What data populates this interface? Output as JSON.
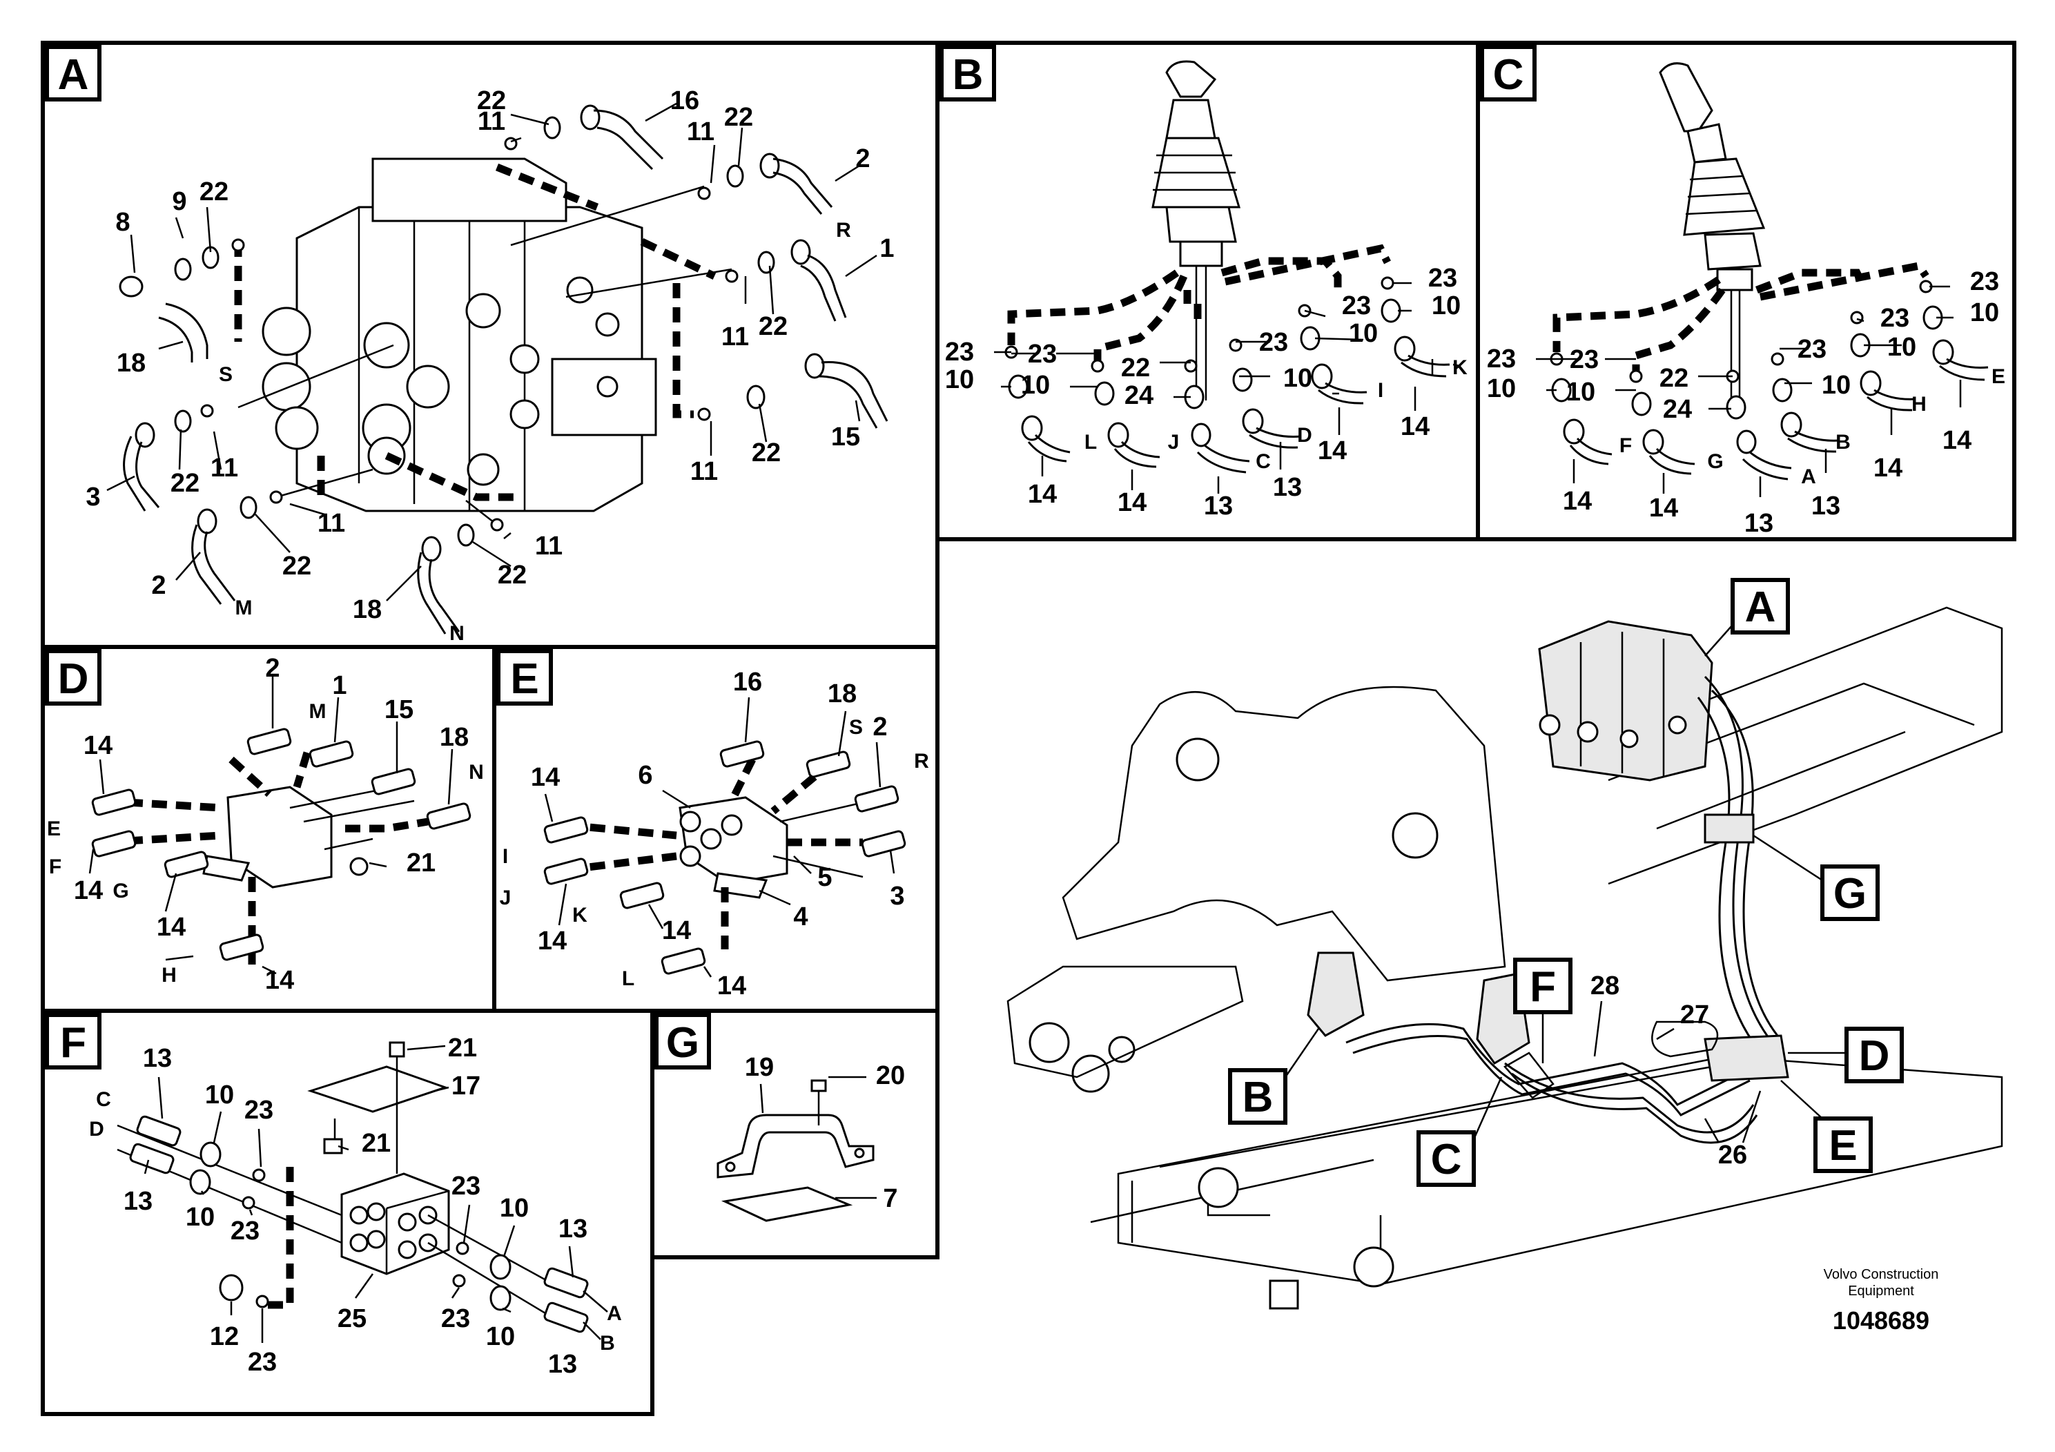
{
  "panels": [
    {
      "id": "A",
      "title": "A"
    },
    {
      "id": "B",
      "title": "B"
    },
    {
      "id": "C",
      "title": "C"
    },
    {
      "id": "D",
      "title": "D"
    },
    {
      "id": "E",
      "title": "E"
    },
    {
      "id": "F",
      "title": "F"
    },
    {
      "id": "G",
      "title": "G"
    }
  ],
  "overview_callouts": [
    "A",
    "B",
    "C",
    "D",
    "E",
    "F",
    "G"
  ],
  "overview_numbers": [
    "26",
    "27",
    "28"
  ],
  "panel_a": {
    "part_numbers": [
      "22",
      "16",
      "11",
      "11",
      "22",
      "2",
      "9",
      "22",
      "8",
      "18",
      "1",
      "22",
      "11",
      "15",
      "11",
      "22",
      "3",
      "22",
      "11",
      "11",
      "22",
      "11",
      "2",
      "22",
      "18"
    ],
    "port_letters": [
      "S",
      "R",
      "M",
      "N"
    ]
  },
  "panel_b": {
    "part_numbers": [
      "23",
      "23",
      "10",
      "23",
      "23",
      "10",
      "23",
      "10",
      "22",
      "10",
      "10",
      "24",
      "14",
      "14",
      "13",
      "13",
      "14",
      "14"
    ],
    "port_letters": [
      "L",
      "J",
      "C",
      "D",
      "I",
      "K"
    ]
  },
  "panel_c": {
    "part_numbers": [
      "23",
      "23",
      "10",
      "23",
      "23",
      "10",
      "23",
      "10",
      "22",
      "10",
      "10",
      "24",
      "14",
      "14",
      "13",
      "13",
      "14",
      "14"
    ],
    "port_letters": [
      "F",
      "G",
      "A",
      "B",
      "H",
      "E"
    ]
  },
  "panel_d": {
    "part_numbers": [
      "2",
      "1",
      "15",
      "18",
      "14",
      "14",
      "14",
      "21",
      "14"
    ],
    "port_letters": [
      "M",
      "N",
      "E",
      "F",
      "G",
      "H"
    ]
  },
  "panel_e": {
    "part_numbers": [
      "16",
      "18",
      "2",
      "14",
      "6",
      "5",
      "4",
      "14",
      "14",
      "3",
      "14"
    ],
    "port_letters": [
      "S",
      "R",
      "I",
      "J",
      "K",
      "L"
    ]
  },
  "panel_f": {
    "part_numbers": [
      "21",
      "17",
      "13",
      "10",
      "23",
      "21",
      "13",
      "10",
      "23",
      "23",
      "10",
      "13",
      "25",
      "12",
      "23",
      "23",
      "10",
      "13"
    ],
    "port_letters": [
      "C",
      "D",
      "A",
      "B"
    ]
  },
  "panel_g": {
    "part_numbers": [
      "19",
      "20",
      "7"
    ]
  },
  "footer": {
    "company_line1": "Volvo Construction",
    "company_line2": "Equipment",
    "document_number": "1048689"
  }
}
